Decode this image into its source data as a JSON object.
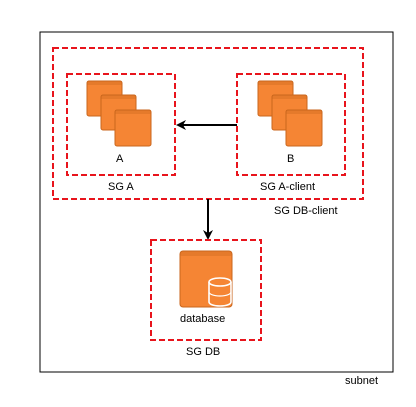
{
  "colors": {
    "security_group_border": "#e8141c",
    "subnet_border": "#000000",
    "instance_fill": "#f58534",
    "instance_edge": "#c9661d",
    "arrow": "#000000"
  },
  "subnet": {
    "label": "subnet"
  },
  "sg_db_client": {
    "label": "SG DB-client"
  },
  "sg_a": {
    "label": "SG A",
    "instance": {
      "label": "A",
      "icon": "ec2-instances-stack-icon"
    }
  },
  "sg_a_client": {
    "label": "SG A-client",
    "instance": {
      "label": "B",
      "icon": "ec2-instances-stack-icon"
    }
  },
  "sg_db": {
    "label": "SG DB",
    "resource": {
      "label": "database",
      "icon": "database-server-icon"
    }
  },
  "connections": [
    {
      "from": "B",
      "to": "A"
    },
    {
      "from": "SG DB-client",
      "to": "SG DB"
    }
  ]
}
